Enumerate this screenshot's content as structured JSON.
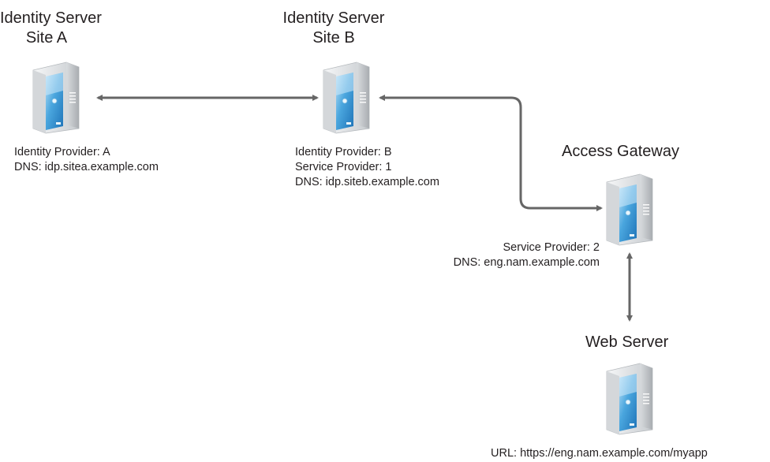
{
  "nodes": {
    "site_a": {
      "title_line1": "Identity Server",
      "title_line2": "Site A",
      "info": [
        "Identity Provider: A",
        "DNS: idp.sitea.example.com"
      ]
    },
    "site_b": {
      "title_line1": "Identity Server",
      "title_line2": "Site B",
      "info": [
        "Identity Provider: B",
        "Service Provider: 1",
        "DNS: idp.siteb.example.com"
      ]
    },
    "access_gateway": {
      "title": "Access Gateway",
      "info": [
        "Service Provider: 2",
        "DNS: eng.nam.example.com"
      ]
    },
    "web_server": {
      "title": "Web Server",
      "info": [
        "URL: https://eng.nam.example.com/myapp"
      ]
    }
  },
  "connections": [
    {
      "from": "site_a",
      "to": "site_b",
      "arrows": "both"
    },
    {
      "from": "site_b",
      "to": "access_gateway",
      "arrows": "both"
    },
    {
      "from": "access_gateway",
      "to": "web_server",
      "arrows": "both"
    }
  ],
  "colors": {
    "connector": "#666666",
    "server_body": "#e4e6e8",
    "server_face": "#3f9ad6",
    "server_face_light": "#9fd2f2",
    "text": "#231f20"
  }
}
